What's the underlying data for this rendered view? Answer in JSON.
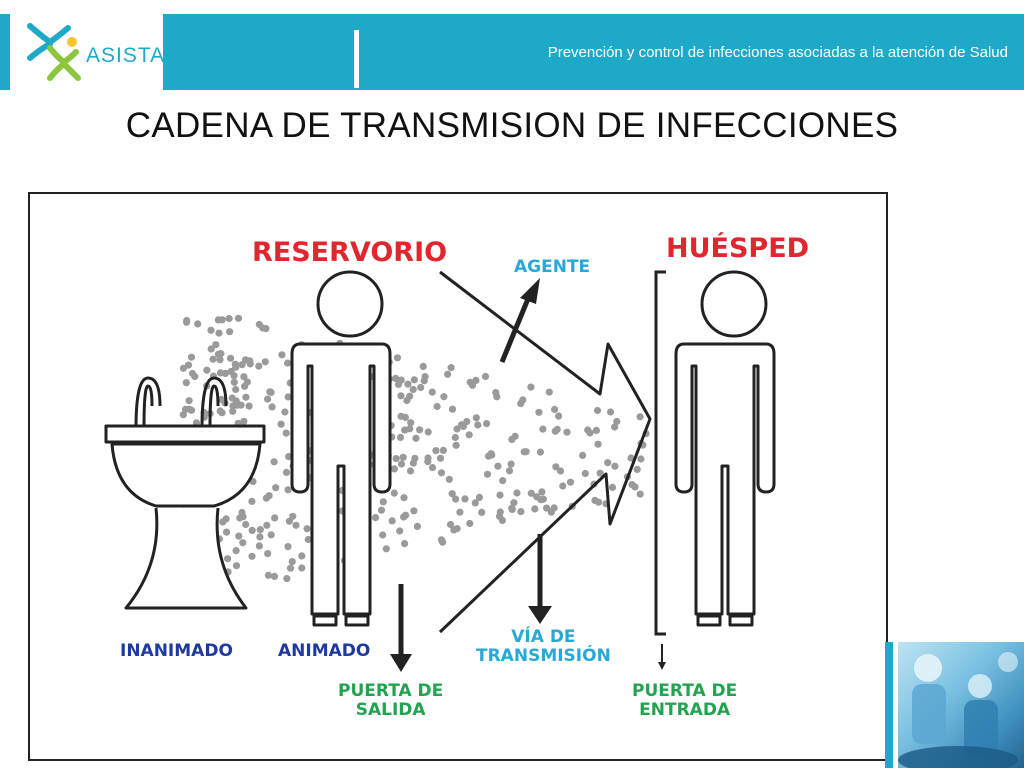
{
  "header": {
    "subtitle": "Prevención y control de infecciones asociadas a la atención de Salud",
    "accent_color": "#1fa9c9"
  },
  "logo": {
    "text": "ASISTA",
    "icon": "asista-figure-logo-icon"
  },
  "slide": {
    "title": "CADENA DE TRANSMISION DE INFECCIONES"
  },
  "diagram": {
    "reservoir": "RESERVORIO",
    "agent": "AGENTE",
    "host": "HUÉSPED",
    "inanimate": "INANIMADO",
    "animate": "ANIMADO",
    "exit_door": [
      "PUERTA DE",
      "SALIDA"
    ],
    "transmission_route": [
      "VÍA DE",
      "TRANSMISIÓN"
    ],
    "entry_door": [
      "PUERTA DE",
      "ENTRADA"
    ],
    "colors": {
      "reservoir_host": "#e0262e",
      "agent_route": "#28a8d6",
      "doors": "#22a350",
      "inanimate_animate": "#1e3aa0"
    }
  },
  "photo": {
    "icon": "surgery-team-photo"
  }
}
